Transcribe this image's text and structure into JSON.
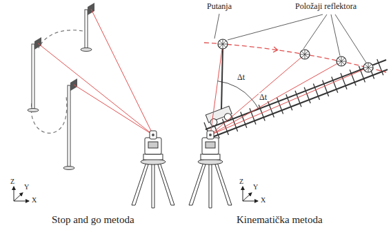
{
  "diagram": {
    "labels": [
      "Putanja",
      "Položaji reflektora",
      "Δt",
      "Δt",
      "Z",
      "Y",
      "X",
      "Z",
      "Y",
      "X",
      "Stop and go metoda",
      "Kinematička metoda"
    ]
  }
}
